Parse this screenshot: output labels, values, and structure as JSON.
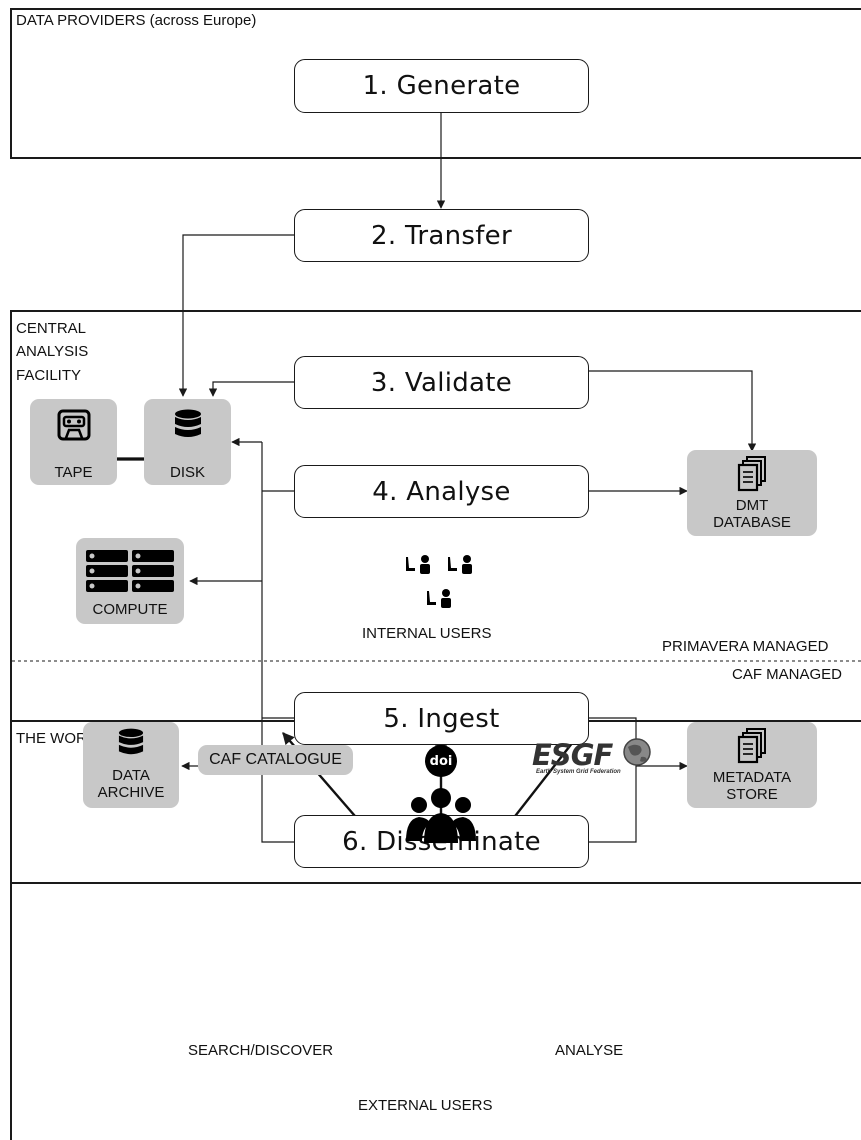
{
  "regions": {
    "providers": "DATA PROVIDERS (across Europe)",
    "caf": "CENTRAL\nANALYSIS\nFACILITY",
    "world": "THE WORLD"
  },
  "steps": {
    "generate": "1. Generate",
    "transfer": "2. Transfer",
    "validate": "3. Validate",
    "analyse": "4. Analyse",
    "ingest": "5. Ingest",
    "disseminate": "6. Disseminate"
  },
  "resources": {
    "tape": "TAPE",
    "disk": "DISK",
    "dmt": "DMT\nDATABASE",
    "compute": "COMPUTE",
    "archive": "DATA\nARCHIVE",
    "metadata": "METADATA\nSTORE",
    "catalogue": "CAF CATALOGUE"
  },
  "labels": {
    "internal_users": "INTERNAL USERS",
    "primavera": "PRIMAVERA MANAGED",
    "caf_managed": "CAF MANAGED",
    "search": "SEARCH/DISCOVER",
    "analyse_world": "ANALYSE",
    "external_users": "EXTERNAL USERS",
    "doi": "doi",
    "esgf": "ESGF",
    "esgf_sub": "Earth System Grid Federation"
  },
  "colors": {
    "resource_fill": "#c8c8c8",
    "line": "#1a1a1a"
  },
  "icons": [
    "cassette-tape-icon",
    "database-icon",
    "documents-icon",
    "server-rack-icon",
    "users-group-icon",
    "doi-icon",
    "esgf-logo-icon"
  ]
}
